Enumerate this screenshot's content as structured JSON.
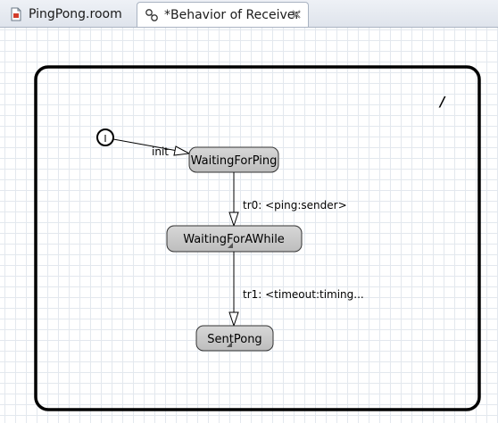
{
  "tabs": [
    {
      "label": "PingPong.room",
      "icon": "room-file-icon"
    },
    {
      "label": "*Behavior of Receiver",
      "icon": "state-machine-icon",
      "close_icon": "close-icon"
    }
  ],
  "diagram": {
    "history_marker": "/",
    "initial_point_label": "I",
    "states": [
      {
        "name": "WaitingForPing"
      },
      {
        "name": "WaitingForAWhile"
      },
      {
        "name": "SentPong"
      }
    ],
    "transitions": [
      {
        "label": "init"
      },
      {
        "label": "tr0: <ping:sender>"
      },
      {
        "label": "tr1: <timeout:timing..."
      }
    ]
  }
}
